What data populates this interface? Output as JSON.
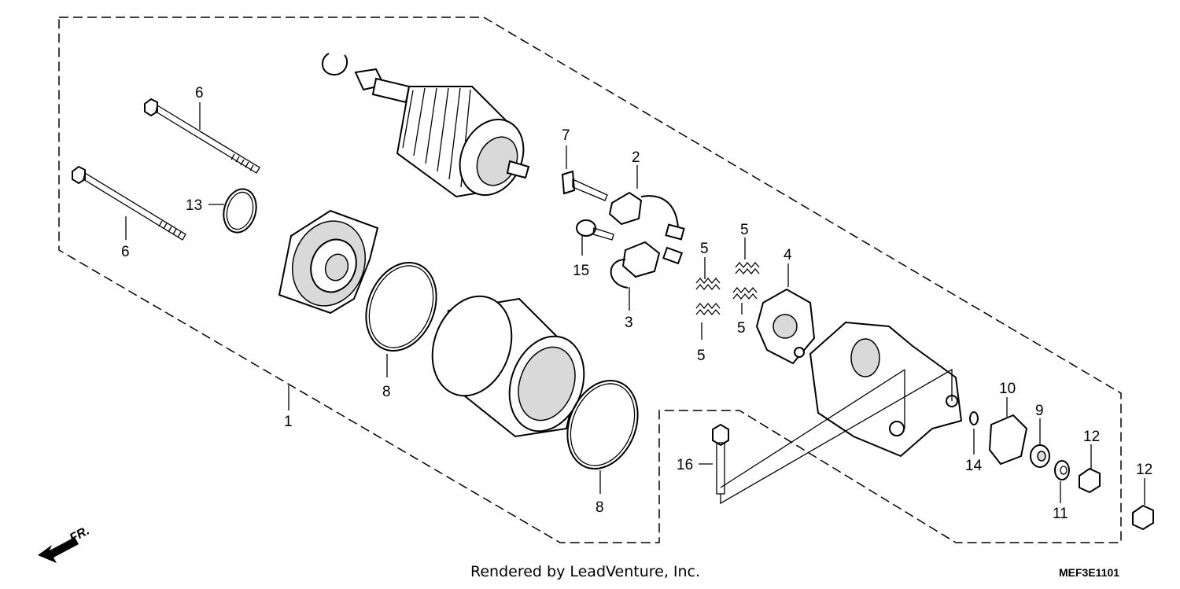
{
  "callouts": [
    {
      "id": "c1",
      "text": "1"
    },
    {
      "id": "c2",
      "text": "2"
    },
    {
      "id": "c3",
      "text": "3"
    },
    {
      "id": "c4",
      "text": "4"
    },
    {
      "id": "c5a",
      "text": "5"
    },
    {
      "id": "c5b",
      "text": "5"
    },
    {
      "id": "c5c",
      "text": "5"
    },
    {
      "id": "c5d",
      "text": "5"
    },
    {
      "id": "c6a",
      "text": "6"
    },
    {
      "id": "c6b",
      "text": "6"
    },
    {
      "id": "c7",
      "text": "7"
    },
    {
      "id": "c8a",
      "text": "8"
    },
    {
      "id": "c8b",
      "text": "8"
    },
    {
      "id": "c9",
      "text": "9"
    },
    {
      "id": "c10",
      "text": "10"
    },
    {
      "id": "c11",
      "text": "11"
    },
    {
      "id": "c12a",
      "text": "12"
    },
    {
      "id": "c12b",
      "text": "12"
    },
    {
      "id": "c13",
      "text": "13"
    },
    {
      "id": "c14",
      "text": "14"
    },
    {
      "id": "c15",
      "text": "15"
    },
    {
      "id": "c16",
      "text": "16"
    }
  ],
  "direction_label": "FR.",
  "footer": {
    "credit": "Rendered by LeadVenture, Inc.",
    "diagram_code": "MEF3E1101"
  }
}
